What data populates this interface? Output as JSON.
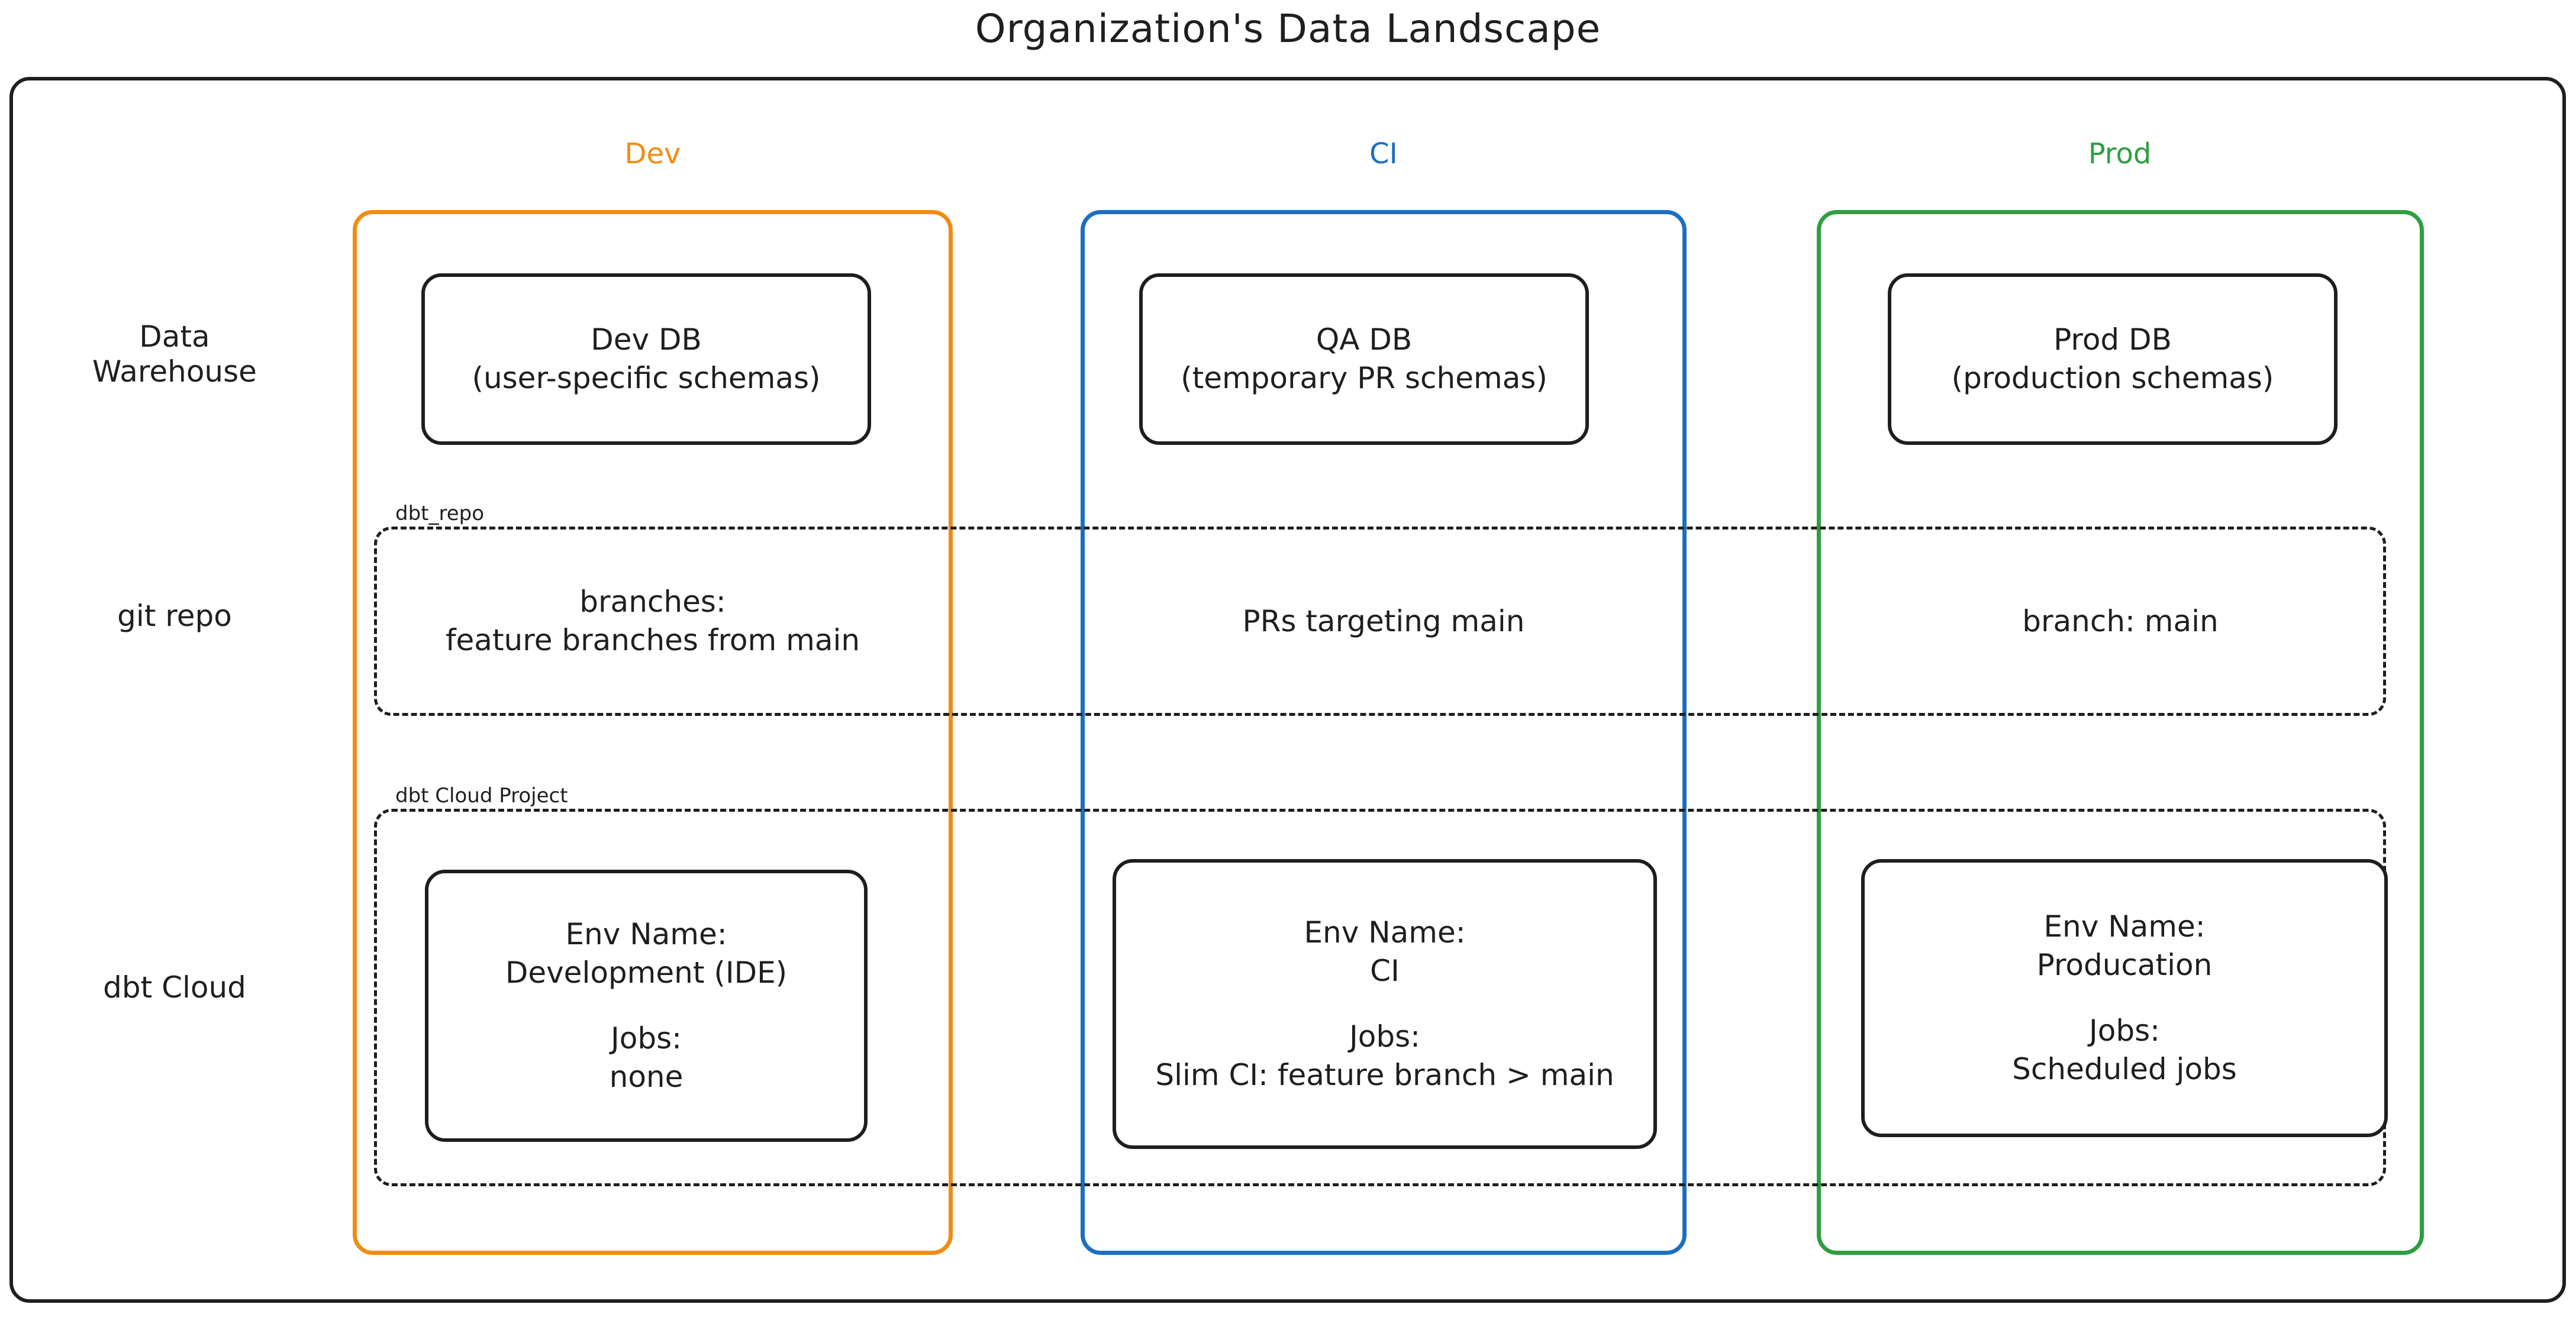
{
  "title": "Organization's Data Landscape",
  "colors": {
    "dev": "#f08c11",
    "ci": "#1b6fc0",
    "prod": "#2f9e41",
    "stroke": "#1e1e1e",
    "background": "#ffffff"
  },
  "columns": [
    {
      "key": "dev",
      "label": "Dev"
    },
    {
      "key": "ci",
      "label": "CI"
    },
    {
      "key": "prod",
      "label": "Prod"
    }
  ],
  "rows": [
    {
      "key": "warehouse",
      "label_line1": "Data",
      "label_line2": "Warehouse"
    },
    {
      "key": "git",
      "label_line1": "git repo",
      "label_line2": ""
    },
    {
      "key": "dbt_cloud",
      "label_line1": "dbt Cloud",
      "label_line2": ""
    }
  ],
  "groups": {
    "git_repo": {
      "caption": "dbt_repo"
    },
    "dbt_cloud_project": {
      "caption": "dbt Cloud Project"
    }
  },
  "warehouse": {
    "dev": {
      "line1": "Dev DB",
      "line2": "(user-specific schemas)"
    },
    "ci": {
      "line1": "QA DB",
      "line2": "(temporary PR schemas)"
    },
    "prod": {
      "line1": "Prod DB",
      "line2": "(production schemas)"
    }
  },
  "git_repo": {
    "dev": {
      "line1": "branches:",
      "line2": "feature branches from main"
    },
    "ci": {
      "line1": "PRs targeting main",
      "line2": ""
    },
    "prod": {
      "line1": "branch: main",
      "line2": ""
    }
  },
  "dbt_cloud": {
    "dev": {
      "env_label": "Env Name:",
      "env_value": "Development (IDE)",
      "jobs_label": "Jobs:",
      "jobs_value": "none"
    },
    "ci": {
      "env_label": "Env Name:",
      "env_value": "CI",
      "jobs_label": "Jobs:",
      "jobs_value": "Slim CI: feature branch > main"
    },
    "prod": {
      "env_label": "Env Name:",
      "env_value": "Producation",
      "jobs_label": "Jobs:",
      "jobs_value": "Scheduled jobs"
    }
  }
}
